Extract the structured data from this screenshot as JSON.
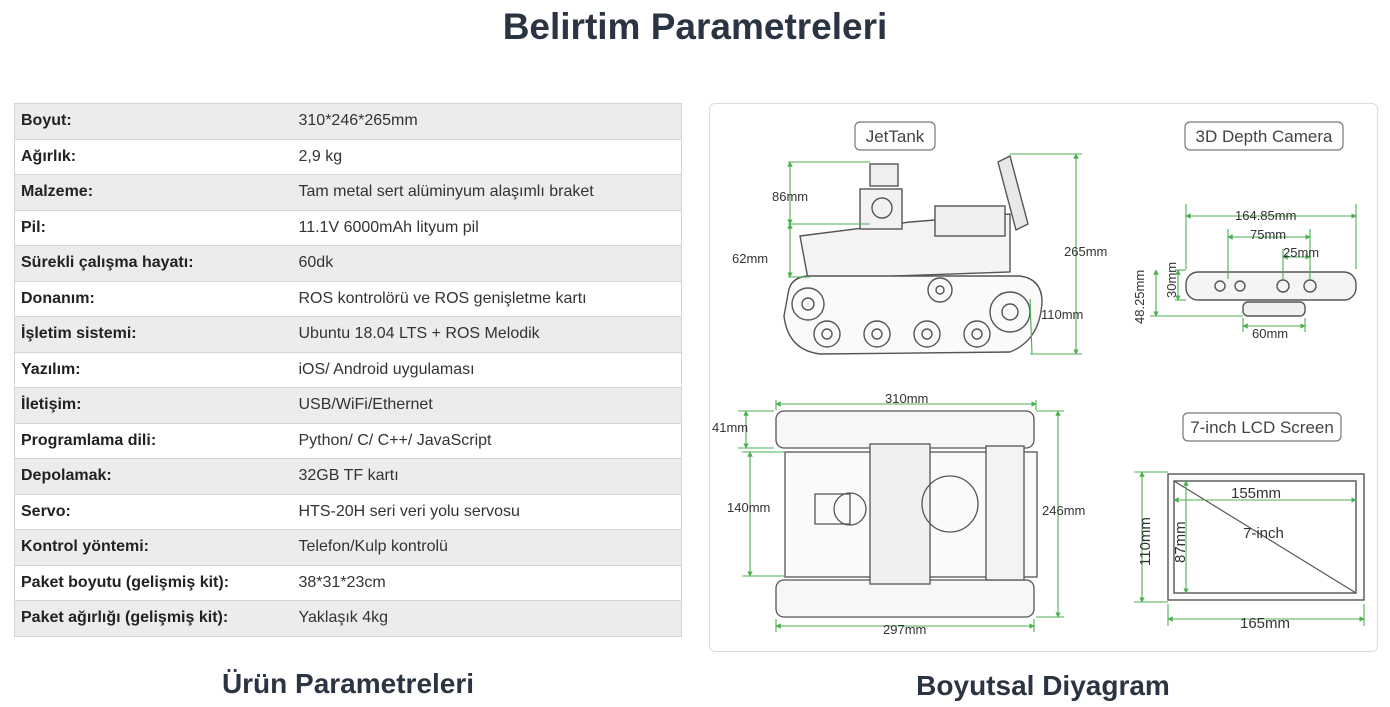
{
  "page_title": "Belirtim Parametreleri",
  "specs": [
    {
      "key": "Boyut:",
      "value": "310*246*265mm"
    },
    {
      "key": "Ağırlık:",
      "value": "2,9 kg"
    },
    {
      "key": "Malzeme:",
      "value": "Tam metal sert alüminyum alaşımlı braket"
    },
    {
      "key": "Pil:",
      "value": "11.1V 6000mAh lityum pil"
    },
    {
      "key": "Sürekli çalışma hayatı:",
      "value": "60dk"
    },
    {
      "key": "Donanım:",
      "value": "ROS kontrolörü ve ROS genişletme kartı"
    },
    {
      "key": "İşletim sistemi:",
      "value": "Ubuntu 18.04 LTS + ROS Melodik"
    },
    {
      "key": "Yazılım:",
      "value": "iOS/ Android uygulaması"
    },
    {
      "key": "İletişim:",
      "value": "USB/WiFi/Ethernet"
    },
    {
      "key": "Programlama dili:",
      "value": "Python/ C/ C++/ JavaScript"
    },
    {
      "key": "Depolamak:",
      "value": "32GB TF kartı"
    },
    {
      "key": "Servo:",
      "value": "HTS-20H seri veri yolu servosu"
    },
    {
      "key": "Kontrol yöntemi:",
      "value": "Telefon/Kulp kontrolü"
    },
    {
      "key": "Paket boyutu (gelişmiş kit):",
      "value": "38*31*23cm"
    },
    {
      "key": "Paket ağırlığı (gelişmiş kit):",
      "value": "Yaklaşık 4kg"
    }
  ],
  "captions": {
    "left": "Ürün Parametreleri",
    "right": "Boyutsal Diyagram"
  },
  "diagram": {
    "jettank_label": "JetTank",
    "camera_label": "3D Depth Camera",
    "lcd_label": "7-inch LCD Screen",
    "side_view": {
      "d86": "86mm",
      "d62": "62mm",
      "d265": "265mm",
      "d110": "110mm"
    },
    "top_view": {
      "d310": "310mm",
      "d41": "41mm",
      "d140": "140mm",
      "d246": "246mm",
      "d297": "297mm"
    },
    "camera": {
      "d164": "164.85mm",
      "d75": "75mm",
      "d25": "25mm",
      "d30": "30mm",
      "d48": "48.25mm",
      "d60": "60mm"
    },
    "lcd": {
      "d155": "155mm",
      "d7in": "7-inch",
      "d87": "87mm",
      "d110": "110mm",
      "d165": "165mm"
    },
    "colors": {
      "dimension": "#4caf50",
      "outline": "#555555"
    }
  }
}
